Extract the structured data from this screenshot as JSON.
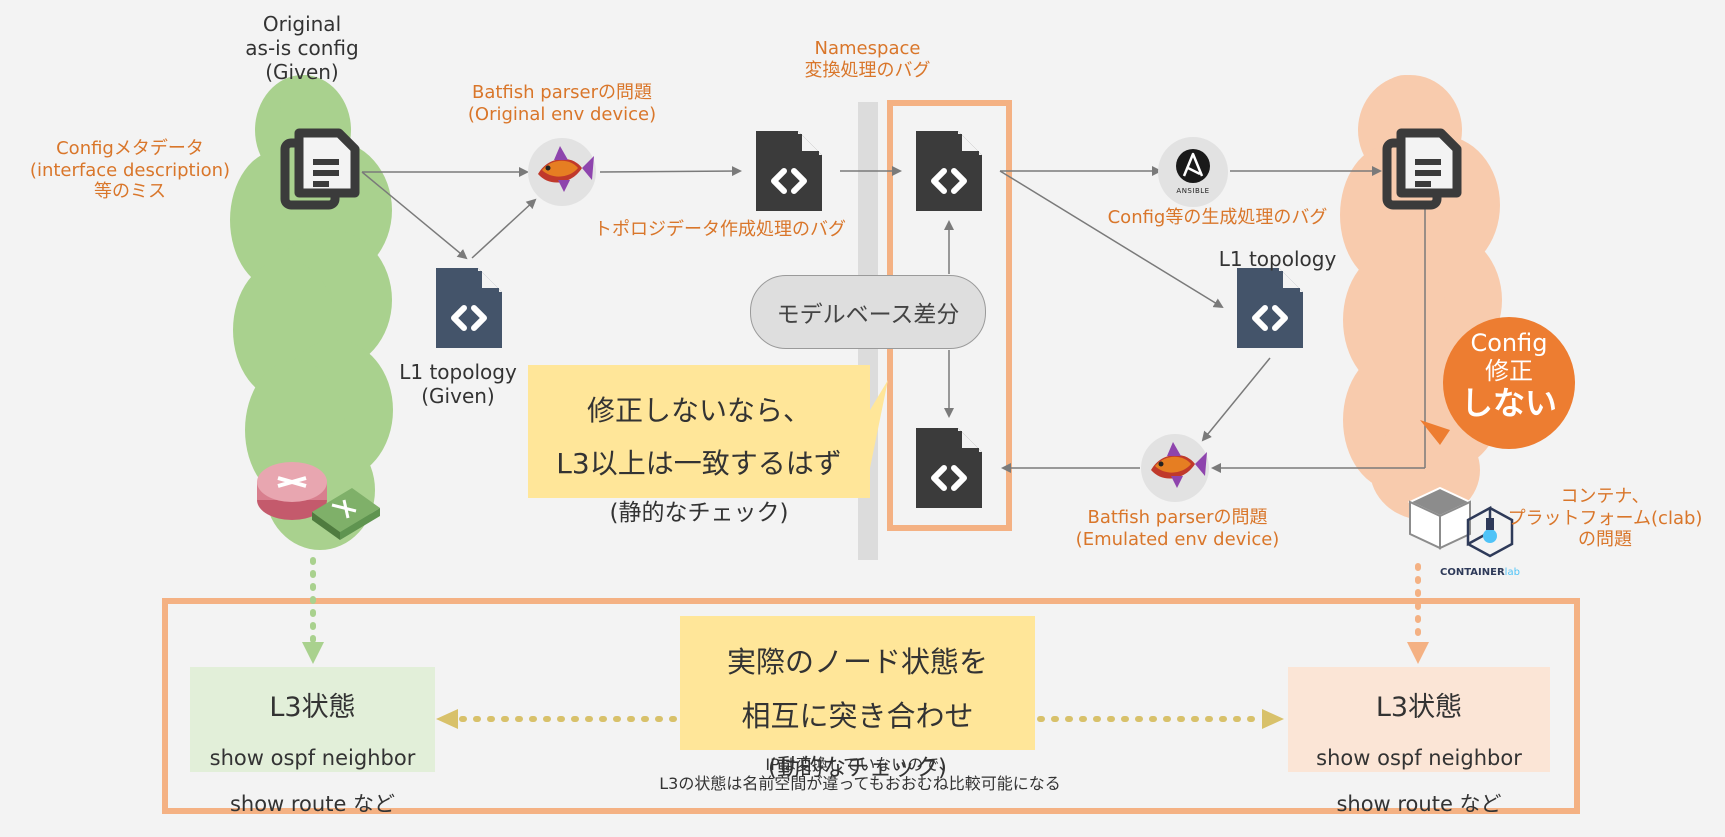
{
  "source": {
    "title": "Original\nas-is config\n(Given)",
    "meta_issue": "Configメタデータ\n(interface description)\n等のミス",
    "l1_topology": "L1 topology\n(Given)"
  },
  "parser_original": "Batfish parserの問題\n(Original env device)",
  "topology_bug": "トポロジデータ作成処理のバグ",
  "namespace_bug": "Namespace\n変換処理のバグ",
  "model_diff": "モデルベース差分",
  "static_note": {
    "line1": "修正しないなら、",
    "line2": "L3以上は一致するはず",
    "line3": "(静的なチェック)"
  },
  "config_gen_bug": "Config等の生成処理のバグ",
  "ansible_label": "ANSIBLE",
  "l1_topology_emulated": "L1 topology",
  "parser_emulated": "Batfish parserの問題\n(Emulated env device)",
  "config_badge": {
    "line1": "Config",
    "line2": "修正",
    "line3": "しない"
  },
  "container_issue": "コンテナ、\nプラットフォーム(clab)\nの問題",
  "containerlab_label": {
    "main": "CONTAINER",
    "suffix": "lab"
  },
  "dynamic_note": {
    "line1": "実際のノード状態を",
    "line2": "相互に突き合わせ",
    "line3": "(動的なチェック)"
  },
  "state_left": {
    "title": "L3状態",
    "line1": "show ospf neighbor",
    "line2": "show route など"
  },
  "state_right": {
    "title": "L3状態",
    "line1": "show ospf neighbor",
    "line2": "show route など"
  },
  "bottom_note": "IPは変換していないので、\nL3の状態は名前空間が違ってもおおむね比較可能になる",
  "colors": {
    "accent_orange": "#d9762a",
    "green_cloud": "#a9d18e",
    "peach_cloud": "#f8cbad",
    "note_yellow": "#ffe699",
    "frame_orange": "#f4b183",
    "badge_orange": "#ed7d31",
    "icon_dark": "#3b3b3b",
    "icon_slate": "#44546a"
  },
  "icons": {
    "config_doc": "stacked-document-icon",
    "code_file": "code-file-icon",
    "batfish": "batfish-fish-icon",
    "ansible": "ansible-icon",
    "router": "router-icon",
    "switch": "switch-icon",
    "container": "container-cube-icon",
    "containerlab": "containerlab-flask-icon"
  }
}
